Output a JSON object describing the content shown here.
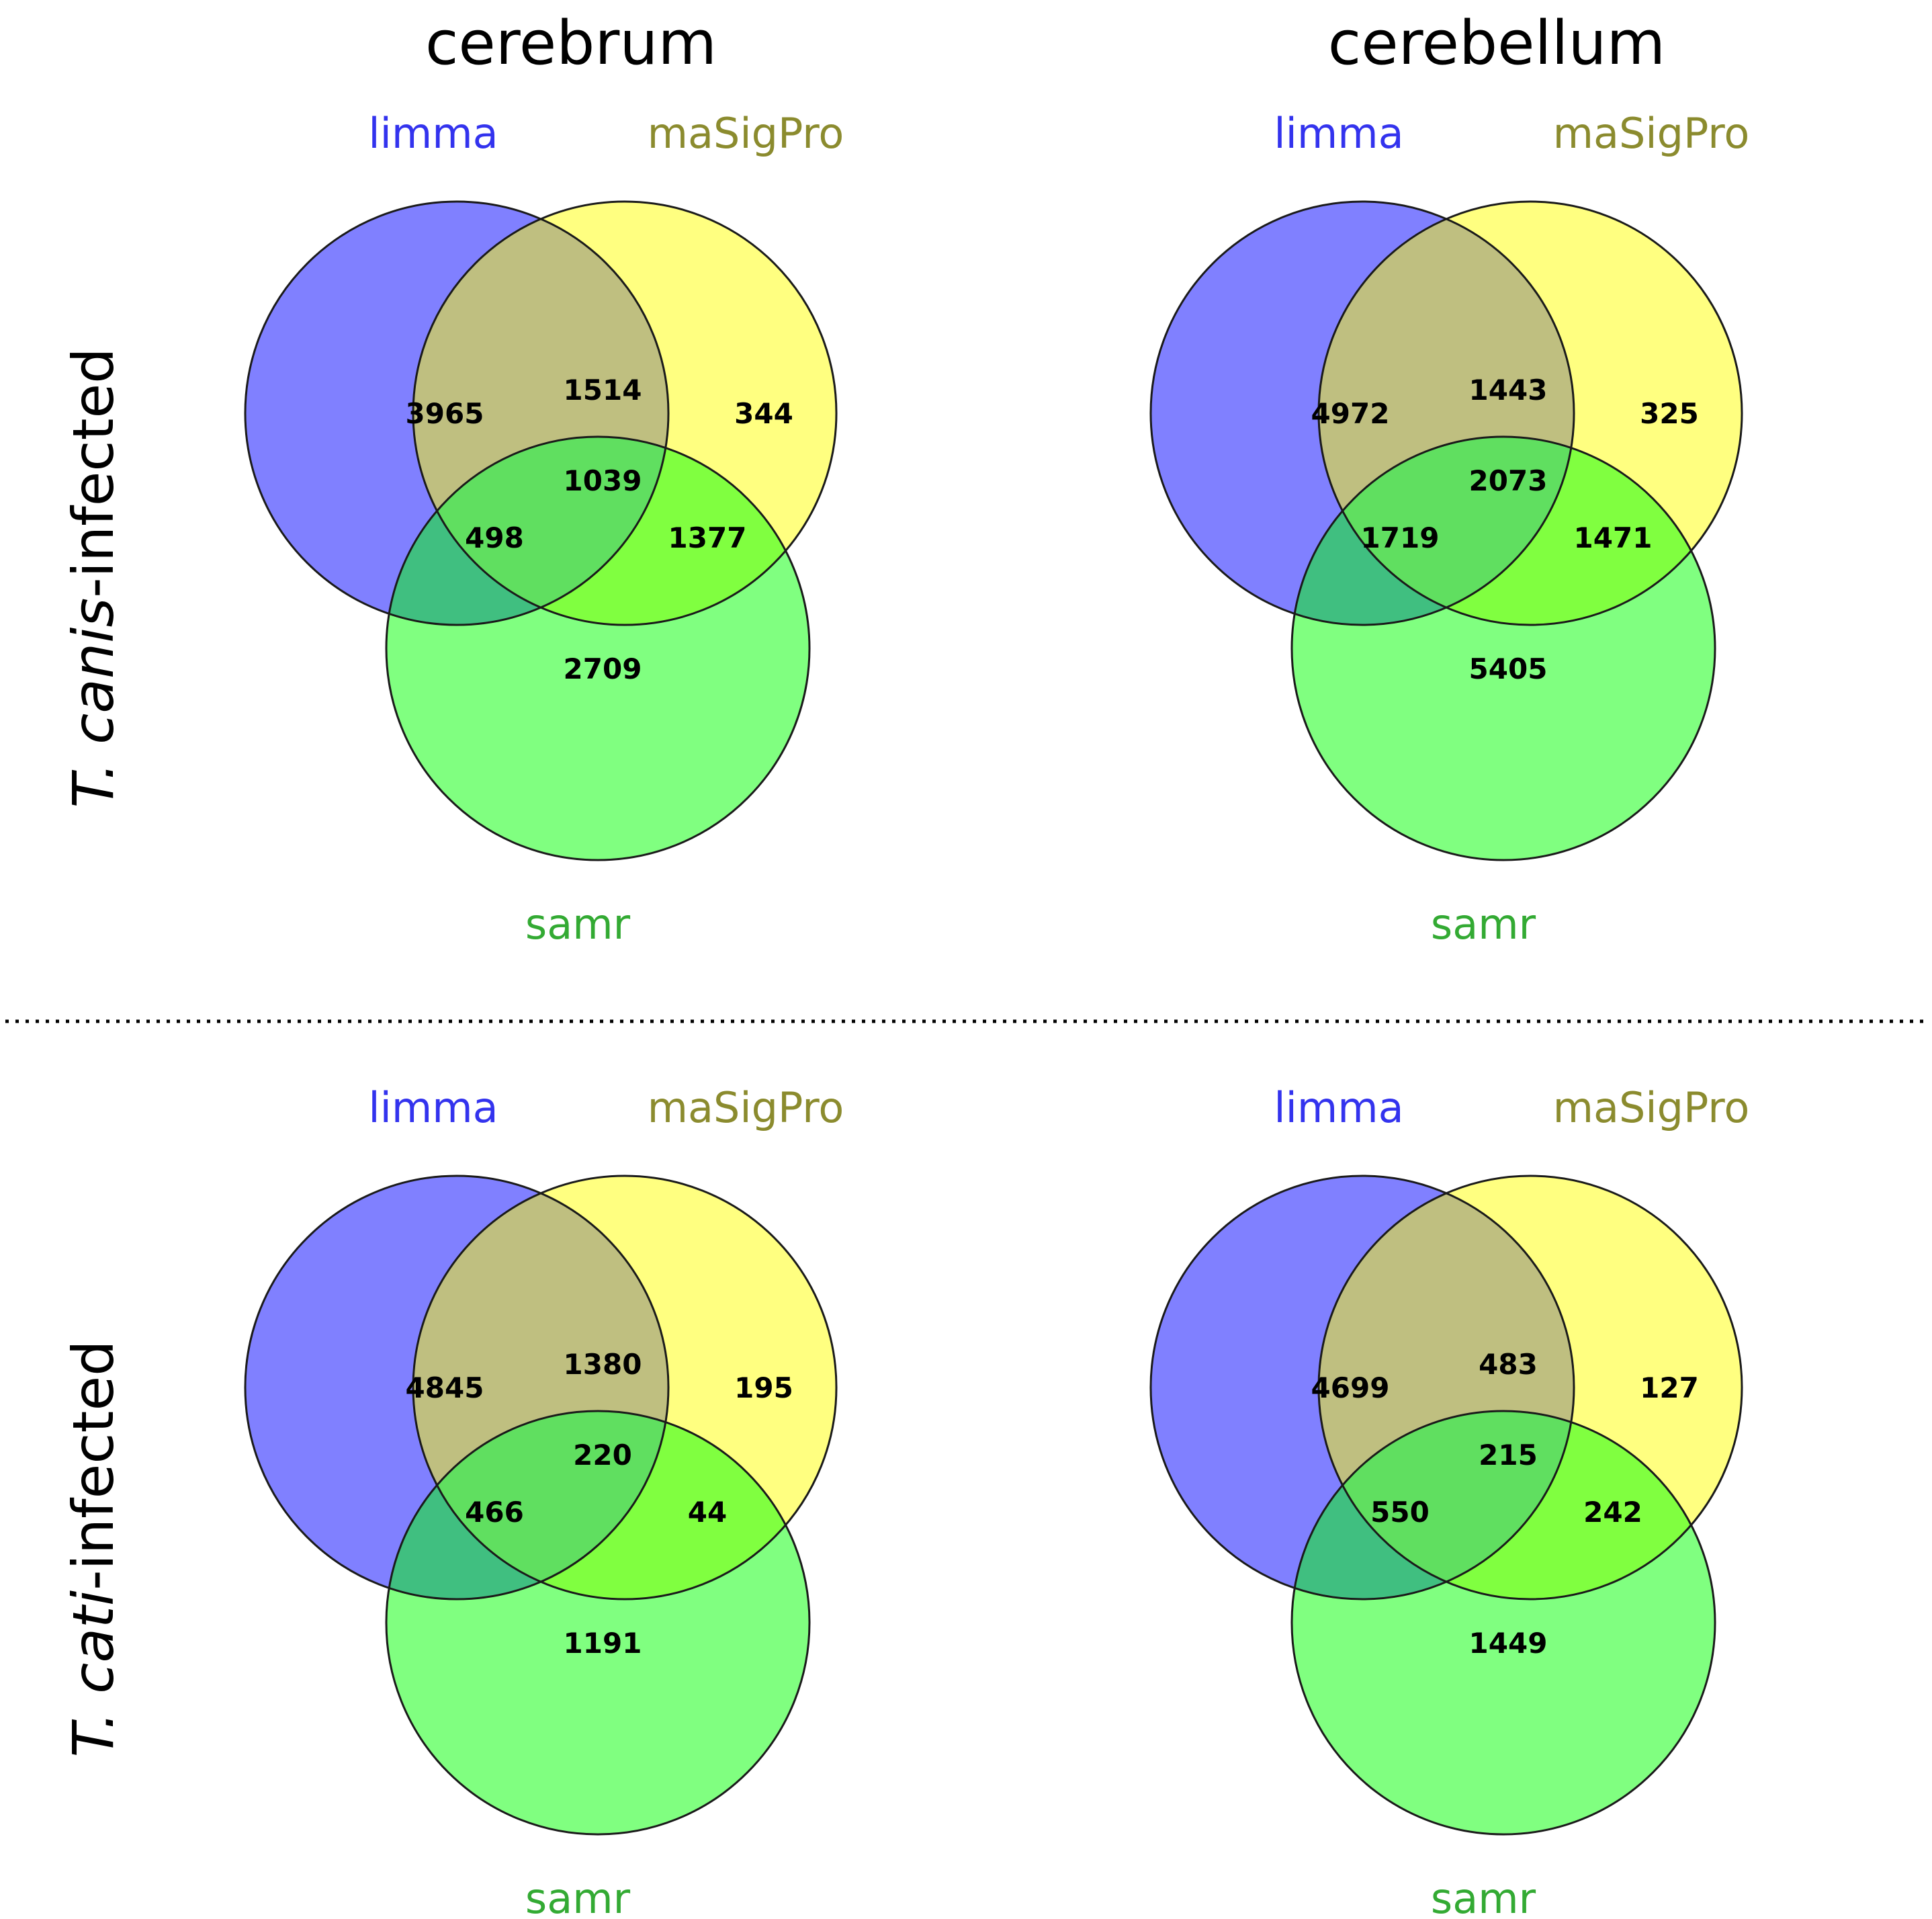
{
  "columns": [
    {
      "title": "cerebrum"
    },
    {
      "title": "cerebellum"
    }
  ],
  "rows": [
    {
      "species": "T. canis",
      "suffix": "-infected"
    },
    {
      "species": "T. cati",
      "suffix": "-infected"
    }
  ],
  "set_labels": {
    "limma": "limma",
    "masigpro": "maSigPro",
    "samr": "samr"
  },
  "colors": {
    "limma_fill": "#8080FF",
    "masigpro_fill": "#FFFF80",
    "samr_fill": "#80FF80",
    "limma_masigpro": "#BFBF80",
    "limma_samr": "#40BF80",
    "masigpro_samr": "#80FF40",
    "all_three": "#60DF60",
    "limma_label": "#3333EE",
    "masigpro_label": "#8B8B2E",
    "samr_label": "#33AA33",
    "divider": "#000000"
  },
  "chart_data": [
    {
      "type": "venn",
      "title": "cerebrum",
      "row": "T. canis-infected",
      "sets": [
        "limma",
        "maSigPro",
        "samr"
      ],
      "regions": {
        "limma_only": 3965,
        "masigpro_only": 344,
        "samr_only": 2709,
        "limma_masigpro": 1514,
        "limma_samr": 498,
        "masigpro_samr": 1377,
        "all": 1039
      }
    },
    {
      "type": "venn",
      "title": "cerebellum",
      "row": "T. canis-infected",
      "sets": [
        "limma",
        "maSigPro",
        "samr"
      ],
      "regions": {
        "limma_only": 4972,
        "masigpro_only": 325,
        "samr_only": 5405,
        "limma_masigpro": 1443,
        "limma_samr": 1719,
        "masigpro_samr": 1471,
        "all": 2073
      }
    },
    {
      "type": "venn",
      "title": "cerebrum",
      "row": "T. cati-infected",
      "sets": [
        "limma",
        "maSigPro",
        "samr"
      ],
      "regions": {
        "limma_only": 4845,
        "masigpro_only": 195,
        "samr_only": 1191,
        "limma_masigpro": 1380,
        "limma_samr": 466,
        "masigpro_samr": 44,
        "all": 220
      }
    },
    {
      "type": "venn",
      "title": "cerebellum",
      "row": "T. cati-infected",
      "sets": [
        "limma",
        "maSigPro",
        "samr"
      ],
      "regions": {
        "limma_only": 4699,
        "masigpro_only": 127,
        "samr_only": 1449,
        "limma_masigpro": 483,
        "limma_samr": 550,
        "masigpro_samr": 242,
        "all": 215
      }
    }
  ]
}
